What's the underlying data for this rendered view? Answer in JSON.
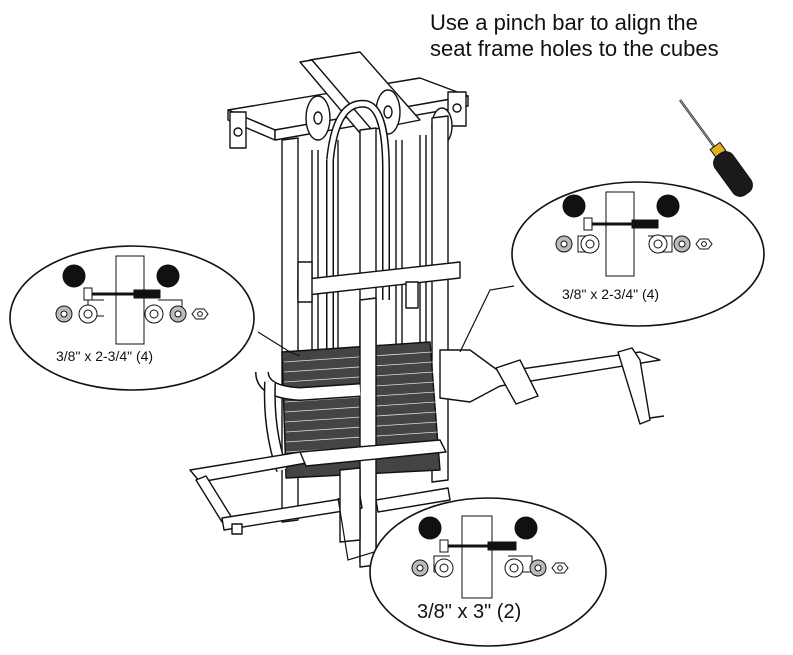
{
  "instruction": {
    "line1": "Use a pinch bar to align the",
    "line2": "seat frame holes to the cubes"
  },
  "callouts": {
    "left": {
      "label": "3/8\" x 2-3/4\" (4)"
    },
    "right": {
      "label": "3/8\" x 2-3/4\" (4)"
    },
    "bottom": {
      "label": "3/8\" x 3\" (2)"
    }
  },
  "colors": {
    "line": "#111111",
    "hardware_dark": "#222222",
    "washer_fill": "#bdbdbd",
    "screwdriver_handle": "#1a1a1a",
    "screwdriver_accent": "#e0b020"
  },
  "icons": [
    "pinch-bar-icon",
    "bolt-icon",
    "washer-icon",
    "nut-icon",
    "cap-icon"
  ]
}
